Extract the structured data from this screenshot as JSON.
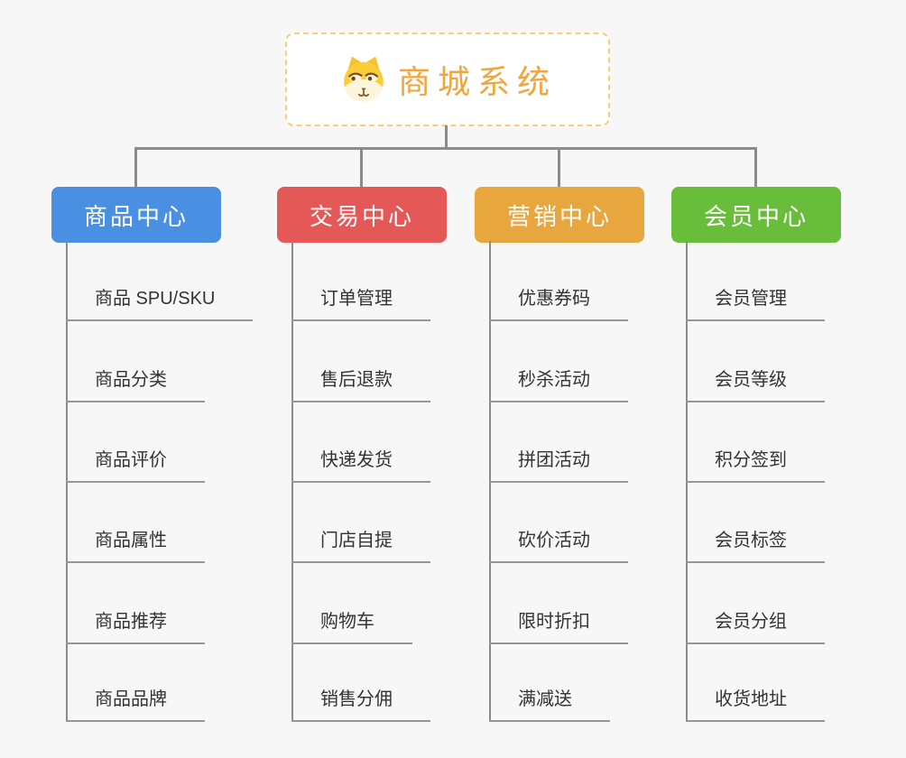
{
  "root": {
    "title": "商城系统",
    "icon": "dog-icon",
    "title_color": "#f0a63c",
    "border_color": "#f8cd77"
  },
  "connector_color": "#8b8b8b",
  "background_color": "#f7f7f7",
  "branches": [
    {
      "label": "商品中心",
      "color": "#4a90e2",
      "items": [
        "商品 SPU/SKU",
        "商品分类",
        "商品评价",
        "商品属性",
        "商品推荐",
        "商品品牌"
      ]
    },
    {
      "label": "交易中心",
      "color": "#e45858",
      "items": [
        "订单管理",
        "售后退款",
        "快递发货",
        "门店自提",
        "购物车",
        "销售分佣"
      ]
    },
    {
      "label": "营销中心",
      "color": "#e8a63f",
      "items": [
        "优惠券码",
        "秒杀活动",
        "拼团活动",
        "砍价活动",
        "限时折扣",
        "满减送"
      ]
    },
    {
      "label": "会员中心",
      "color": "#68bd3a",
      "items": [
        "会员管理",
        "会员等级",
        "积分签到",
        "会员标签",
        "会员分组",
        "收货地址"
      ]
    }
  ]
}
